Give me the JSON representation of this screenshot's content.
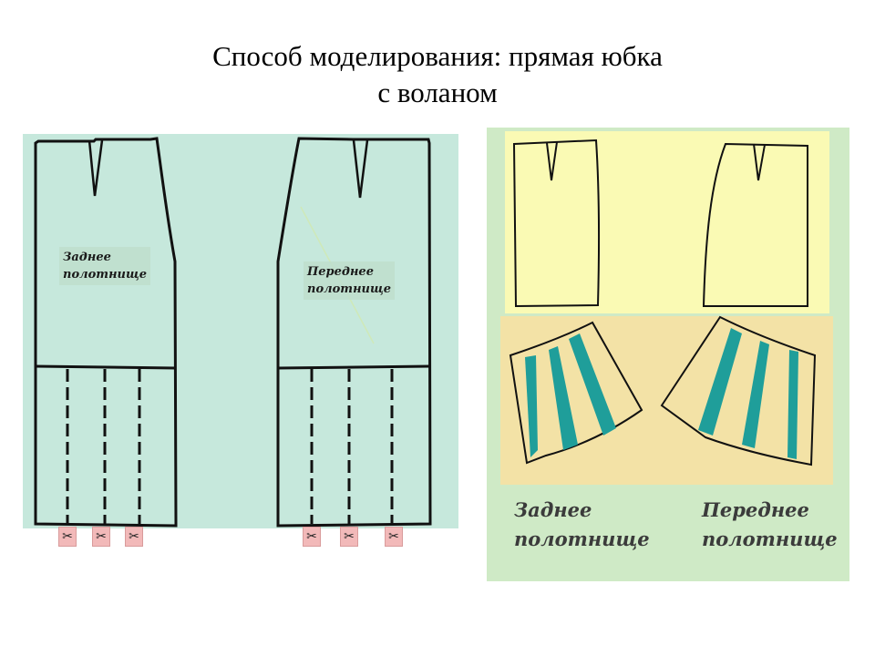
{
  "title": {
    "line1": "Способ моделирования: прямая юбка",
    "line2": "с воланом"
  },
  "left_diagram": {
    "back_label_line1": "Заднее",
    "back_label_line2": "полотнище",
    "front_label_line1": "Переднее",
    "front_label_line2": "полотнище",
    "cut_marker_icon": "scissors-icon"
  },
  "right_diagram": {
    "back_label_line1": "Заднее",
    "back_label_line2": "полотнище",
    "front_label_line1": "Переднее",
    "front_label_line2": "полотнище"
  },
  "colors": {
    "left_background": "#c6e8dc",
    "right_background": "#cfeac6",
    "yoke_fill": "#fafab4",
    "flounce_panel": "#f3e2a6",
    "flounce_stripe": "#1f9e9a"
  }
}
